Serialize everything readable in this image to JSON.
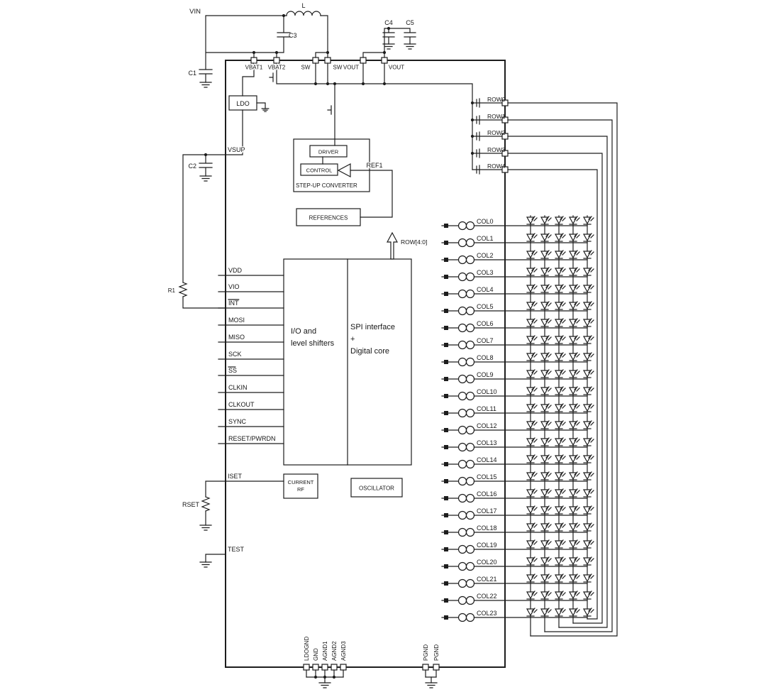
{
  "colors": {
    "line": "#1d1d1d",
    "background": "#ffffff"
  },
  "top": {
    "vin_label": "VIN",
    "inductor_label": "L",
    "pins": [
      "VBAT1",
      "VBAT2",
      "SW",
      "SW",
      "VOUT",
      "VOUT"
    ]
  },
  "caps": {
    "c1": "C1",
    "c2": "C2",
    "c3": "C3",
    "c4": "C4",
    "c5": "C5"
  },
  "power": {
    "ldo_label": "LDO",
    "vsup_label": "VSUP",
    "stepup": {
      "box_label": "STEP-UP CONVERTER",
      "driver": "DRIVER",
      "control": "CONTROL",
      "ref": "REF1"
    },
    "references_label": "REFERENCES"
  },
  "core": {
    "row_bus_label": "ROW[4:0]",
    "io_block_lines": [
      "I/O and",
      "level shifters"
    ],
    "digital_block_lines": [
      "SPI interface",
      "+",
      "Digital core"
    ],
    "current_ref_lines": [
      "CURRENT",
      "RF"
    ],
    "oscillator_label": "OSCILLATOR"
  },
  "analog": {
    "iset": "ISET",
    "rset": "RSET",
    "test": "TEST",
    "r1": "R1"
  },
  "left_pins": [
    {
      "label": "VDD",
      "overline": false
    },
    {
      "label": "VIO",
      "overline": false
    },
    {
      "label": "INT",
      "overline": true
    },
    {
      "label": "MOSI",
      "overline": false
    },
    {
      "label": "MISO",
      "overline": false
    },
    {
      "label": "SCK",
      "overline": false
    },
    {
      "label": "SS",
      "overline": true
    },
    {
      "label": "CLKIN",
      "overline": false
    },
    {
      "label": "CLKOUT",
      "overline": false
    },
    {
      "label": "SYNC",
      "overline": false
    },
    {
      "label": "RESET/PWRDN",
      "overline": false
    }
  ],
  "row_pins": [
    "ROW0",
    "ROW1",
    "ROW2",
    "ROW3",
    "ROW4"
  ],
  "col_pins": [
    "COL0",
    "COL1",
    "COL2",
    "COL3",
    "COL4",
    "COL5",
    "COL6",
    "COL7",
    "COL8",
    "COL9",
    "COL10",
    "COL11",
    "COL12",
    "COL13",
    "COL14",
    "COL15",
    "COL16",
    "COL17",
    "COL18",
    "COL19",
    "COL20",
    "COL21",
    "COL22",
    "COL23"
  ],
  "bottom_pins": {
    "analog_group": [
      "LDOGND",
      "GND",
      "AGND1",
      "AGND2",
      "AGND3"
    ],
    "power_group": [
      "PGND",
      "PGND"
    ]
  },
  "matrix": {
    "led_columns": 5,
    "led_rows": 24
  }
}
